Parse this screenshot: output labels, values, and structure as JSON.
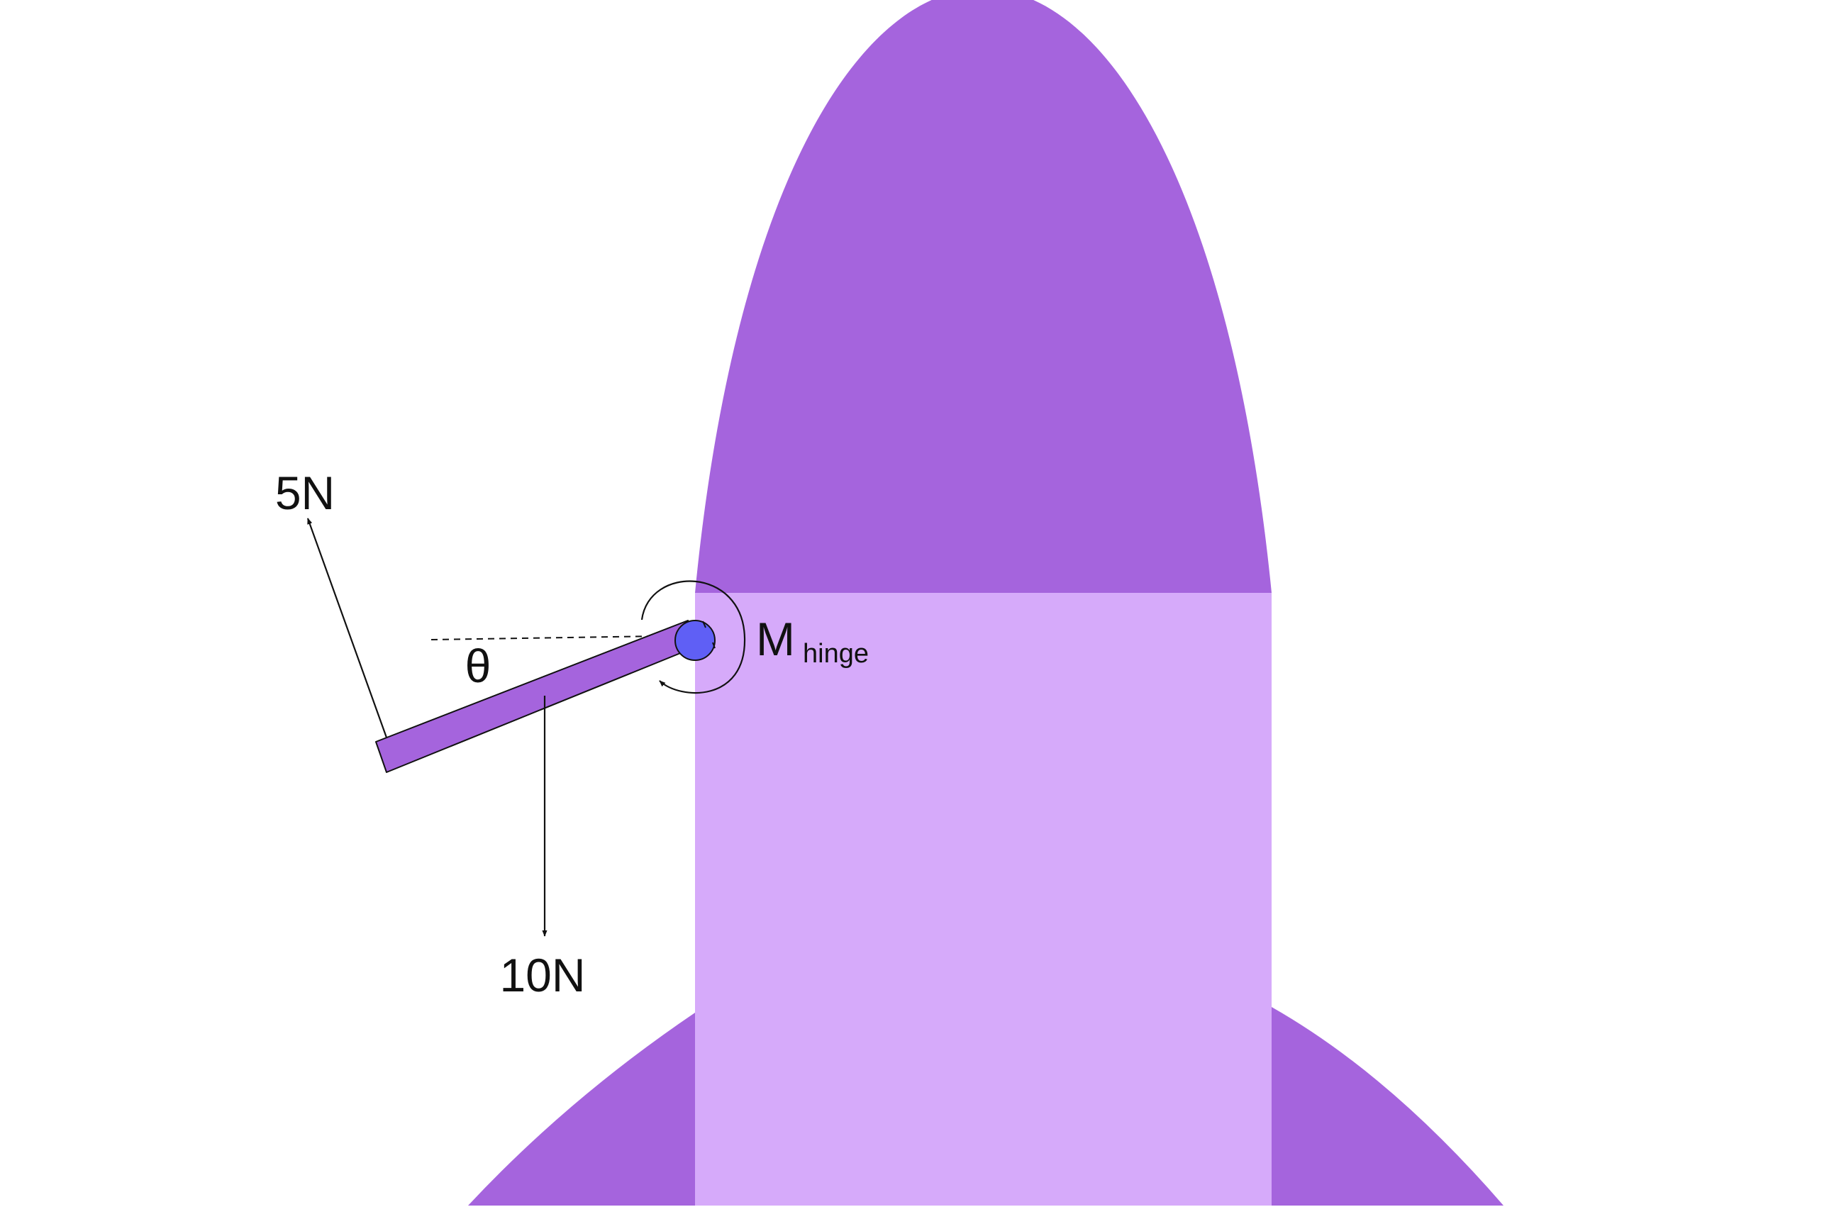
{
  "colors": {
    "background": "#ffffff",
    "dark_purple": "#a564dd",
    "light_purple": "#d6aafa",
    "hinge_blue": "#5f5ff5",
    "ink": "#111111"
  },
  "labels": {
    "force_upper": "5N",
    "force_lower": "10N",
    "angle": "θ",
    "moment_main": "M",
    "moment_sub": "hinge"
  }
}
